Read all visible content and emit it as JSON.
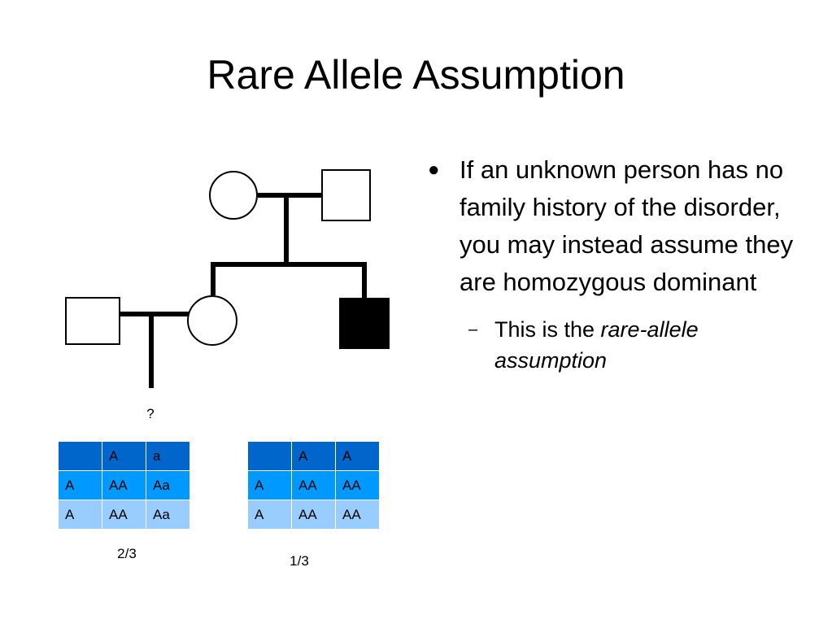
{
  "title": "Rare Allele Assumption",
  "pedigree": {
    "offspring_label": "?"
  },
  "punnett_left": {
    "header": [
      "",
      "A",
      "a"
    ],
    "rows": [
      [
        "A",
        "AA",
        "Aa"
      ],
      [
        "A",
        "AA",
        "Aa"
      ]
    ],
    "fraction": "2/3"
  },
  "punnett_right": {
    "header": [
      "",
      "A",
      "A"
    ],
    "rows": [
      [
        "A",
        "AA",
        "AA"
      ],
      [
        "A",
        "AA",
        "AA"
      ]
    ],
    "fraction": "1/3"
  },
  "bullets": {
    "main": "If an unknown person has no family history of the disorder, you may instead assume they are homozygous dominant",
    "sub_prefix": "This is the ",
    "sub_emphasis": "rare-allele assumption"
  },
  "colors": {
    "header_row": "#0066cc",
    "row_1": "#0099ff",
    "row_2": "#99ccff"
  }
}
